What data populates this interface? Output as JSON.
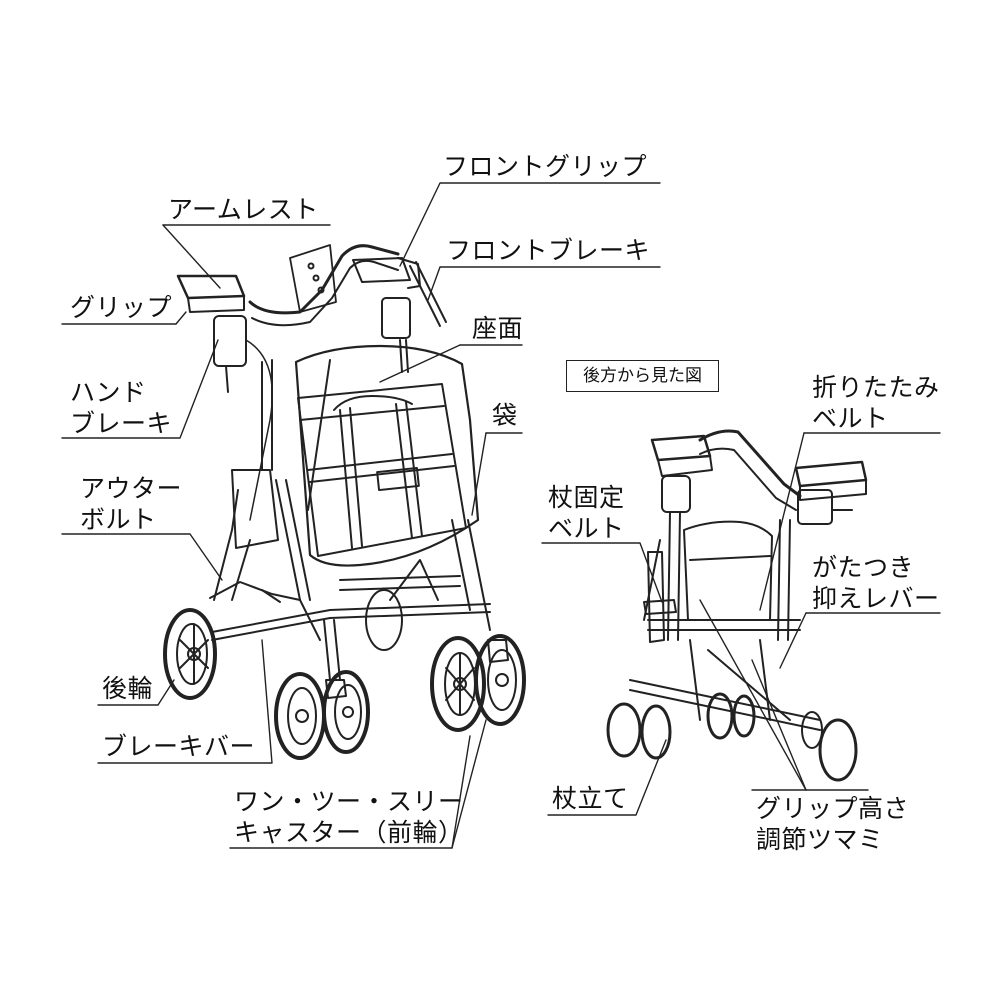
{
  "view_label": "後方から見た図",
  "labels": {
    "front_grip": "フロントグリップ",
    "armrest": "アームレスト",
    "front_brake": "フロントブレーキ",
    "grip": "グリップ",
    "seat": "座面",
    "hand_brake": "ハンド\nブレーキ",
    "bag": "袋",
    "outer_bolt": "アウター\nボルト",
    "rear_wheel": "後輪",
    "brake_bar": "ブレーキバー",
    "caster": "ワン・ツー・スリー\nキャスター（前輪）",
    "folding_belt": "折りたたみ\nベルト",
    "cane_belt": "杖固定\nベルト",
    "rattle_lever": "がたつき\n抑えレバー",
    "cane_stand": "杖立て",
    "grip_height_knob": "グリップ高さ\n調節ツマミ"
  }
}
